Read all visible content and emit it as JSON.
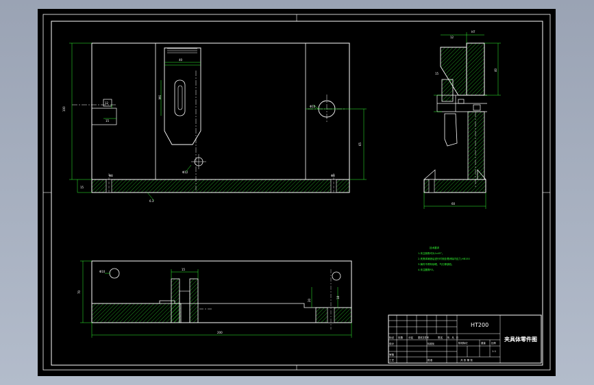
{
  "drawing": {
    "title_block": {
      "material": "HT200",
      "title": "夹具体零件图",
      "grid_labels": {
        "r1c1": "标记",
        "r1c2": "处数",
        "r1c3": "分区",
        "r1c4": "更改文件号",
        "r1c5": "签名",
        "r1c6": "年、月、日",
        "r2c1": "设计",
        "r2c4": "标准化",
        "r3c1": "审核",
        "r4c1": "工艺",
        "r4c4": "批准",
        "stage": "阶段标记",
        "weight": "重量",
        "scale": "比例",
        "scale_value": "1:1",
        "sheets": "共  张  第  张"
      }
    },
    "technical_requirements": {
      "title": "技术要求",
      "items": [
        "1.未注倒角均为1x45°。",
        "2.夹具体铸造后进行时效处理消除内应力,HB150",
        "3.铸件不得有砂眼、气孔等缺陷。",
        "4.未注圆角R3。"
      ]
    },
    "dimensions": {
      "front_height": "100",
      "front_right_height": "65",
      "front_base": "15",
      "front_width_label": "40",
      "front_hole_left": "12",
      "front_hole_left_b": "15",
      "front_hole_right": "Φ10",
      "front_hole_small": "M6",
      "front_slot": "Φ12",
      "front_phi": "Φ8",
      "front_bottom": "6.3",
      "side_top_a": "12",
      "side_top_b": "H7",
      "side_height": "40",
      "side_mid": "15",
      "side_width": "60",
      "plan_width": "200",
      "plan_depth": "70",
      "plan_hole": "Φ10",
      "plan_slot": "15",
      "plan_right_h": "20",
      "plan_right_b": "18"
    }
  }
}
